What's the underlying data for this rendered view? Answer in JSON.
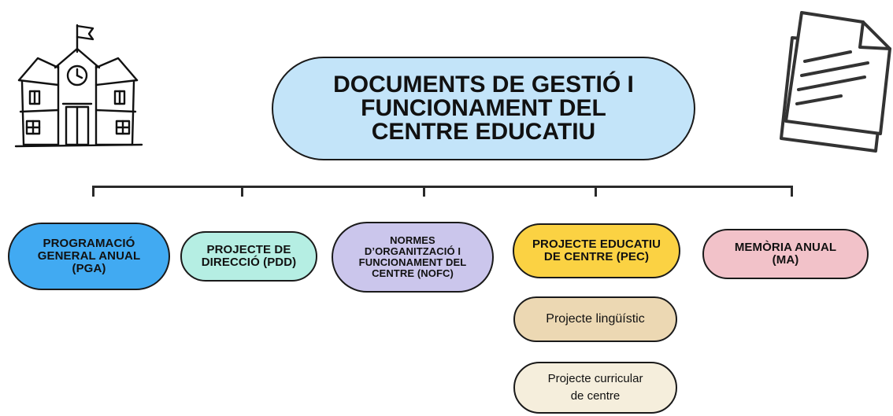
{
  "title": "DOCUMENTS DE GESTIÓ I\nFUNCIONAMENT DEL\nCENTRE EDUCATIU",
  "nodes": {
    "pga": "PROGRAMACIÓ\nGENERAL ANUAL\n(PGA)",
    "pdd": "PROJECTE DE\nDIRECCIÓ (PDD)",
    "nofc": "NORMES\nD’ORGANITZACIÓ I\nFUNCIONAMENT DEL\nCENTRE (NOFC)",
    "pec": "PROJECTE EDUCATIU\nDE CENTRE (PEC)",
    "ma": "MEMÒRIA ANUAL\n(MA)",
    "projecte_linguistic": "Projecte lingüístic",
    "projecte_curricular": "Projecte curricular\nde centre"
  },
  "colors": {
    "title_fill": "#c3e4f9",
    "pga": "#41aaf2",
    "pdd": "#b5eee3",
    "nofc": "#cbc6ec",
    "pec": "#fbd243",
    "ma": "#f2c2c9",
    "projecte_linguistic": "#ecd8b3",
    "projecte_curricular": "#f5eedc"
  },
  "icons": {
    "left": "school-building-icon",
    "right": "documents-icon"
  }
}
